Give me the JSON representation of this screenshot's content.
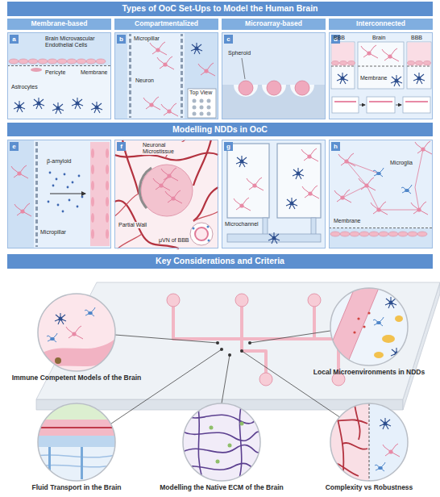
{
  "diagram": {
    "nodes": [
      {
        "text": [
          "Types of OoC Set-Ups to Model the Human Brain"
        ]
      },
      {
        "text": [
          "Membrane-based"
        ]
      },
      {
        "text": [
          "Compartmentalized"
        ]
      },
      {
        "text": [
          "Microarray-based"
        ]
      },
      {
        "text": [
          "Interconnected"
        ]
      },
      {
        "text": [
          "a"
        ]
      },
      {
        "text": [
          "b"
        ]
      },
      {
        "text": [
          "c"
        ]
      },
      {
        "text": [
          "d"
        ]
      },
      {
        "text": [
          "Modelling NDDs in OoC"
        ]
      },
      {
        "text": [
          "e"
        ]
      },
      {
        "text": [
          "f"
        ]
      },
      {
        "text": [
          "g"
        ]
      },
      {
        "text": [
          "h"
        ]
      },
      {
        "text": [
          "Key Considerations and Criteria"
        ]
      },
      {
        "text": [
          "Immune Competent Models of the Brain"
        ]
      },
      {
        "text": [
          "Local Microenvironments in NDDs"
        ]
      },
      {
        "text": [
          "Fluid Transport in the Brain"
        ]
      },
      {
        "text": [
          "Modelling the Native ECM of the Brain"
        ]
      },
      {
        "text": [
          "Complexity vs Robustness"
        ]
      }
    ],
    "labels": [
      "Brain Microvascular Endothelial Cells",
      "Membrane",
      "Astrocytes",
      "Pericyte",
      "Micropillar",
      "Neuron",
      "Top View",
      "Spheroid",
      "BBB",
      "Brain",
      "BBB",
      "Membrane",
      "β-amyloid",
      "Micropillar",
      "Neuronal Microstissue",
      "Partial Wall",
      "μVN of BBB",
      "Microchannel",
      "Microglia",
      "Membrane"
    ]
  }
}
